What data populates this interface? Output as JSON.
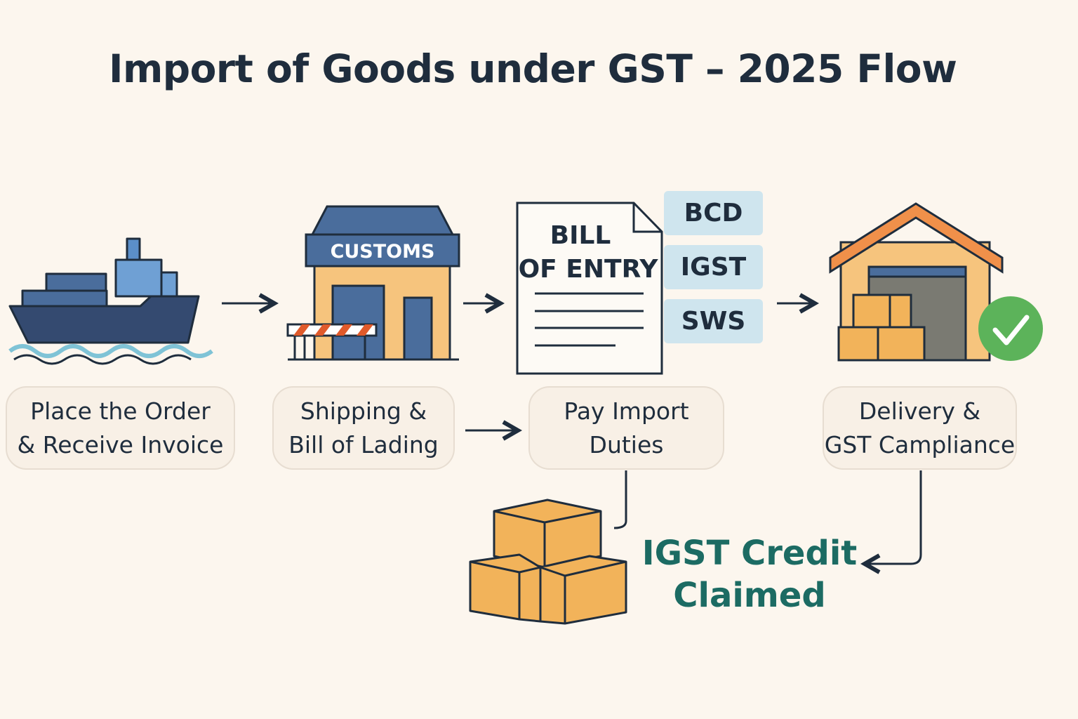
{
  "title": "Import of Goods under GST – 2025 Flow",
  "icons": {
    "customs_sign": "CUSTOMS",
    "document_line1": "BILL",
    "document_line2": "OF ENTRY"
  },
  "duty_tags": [
    "BCD",
    "IGST",
    "SWS"
  ],
  "steps": [
    {
      "line1": "Place the Order",
      "line2": "& Receive Invoice"
    },
    {
      "line1": "Shipping &",
      "line2": "Bill of Lading"
    },
    {
      "line1": "Pay Import",
      "line2": "Duties"
    },
    {
      "line1": "Delivery &",
      "line2": "GST Campliance"
    }
  ],
  "credit": {
    "line1": "IGST Credit",
    "line2": "Claimed"
  },
  "colors": {
    "background": "#fcf6ee",
    "navy": "#1f2d3d",
    "teal": "#1c6b63",
    "box": "#f2b35a",
    "check": "#5cb35a",
    "tag": "#cfe5ee"
  }
}
